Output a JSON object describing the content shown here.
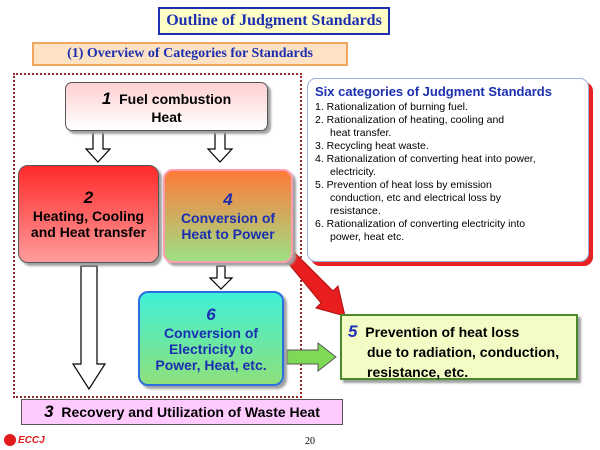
{
  "title": "Outline of Judgment Standards",
  "subtitle": "(1) Overview of Categories for Standards",
  "boxes": {
    "b1": {
      "num": "1",
      "line1": "Fuel combustion",
      "line2": "Heat"
    },
    "b2": {
      "num": "2",
      "line1": "Heating, Cooling",
      "line2": "and Heat transfer"
    },
    "b4": {
      "num": "4",
      "line1": "Conversion of",
      "line2": "Heat to Power"
    },
    "b6": {
      "num": "6",
      "line1": "Conversion of",
      "line2": "Electricity to",
      "line3": "Power, Heat, etc."
    },
    "b5": {
      "num": "5",
      "line1": "Prevention of heat loss",
      "line2": "due to radiation, conduction,",
      "line3": "resistance, etc."
    },
    "b3": {
      "num": "3",
      "label": "Recovery and Utilization of Waste Heat"
    }
  },
  "six": {
    "title": "Six categories of Judgment Standards",
    "items": [
      {
        "line1": "1. Rationalization of burning fuel.",
        "line2": ""
      },
      {
        "line1": "2. Rationalization of heating, cooling and",
        "line2": "heat transfer."
      },
      {
        "line1": "3. Recycling heat waste.",
        "line2": ""
      },
      {
        "line1": "4. Rationalization of converting heat into power,",
        "line2": "electricity."
      },
      {
        "line1": "5. Prevention of heat loss by emission",
        "line2": "conduction, etc and electrical loss by",
        "line3": "resistance."
      },
      {
        "line1": "6. Rationalization of converting electricity into",
        "line2": "power, heat etc."
      }
    ]
  },
  "page_number": "20",
  "logo_text": "ECCJ",
  "colors": {
    "title_blue": "#1b2fb0",
    "red_arrow": "#e81e1e",
    "green_arrow": "#7ed957"
  }
}
